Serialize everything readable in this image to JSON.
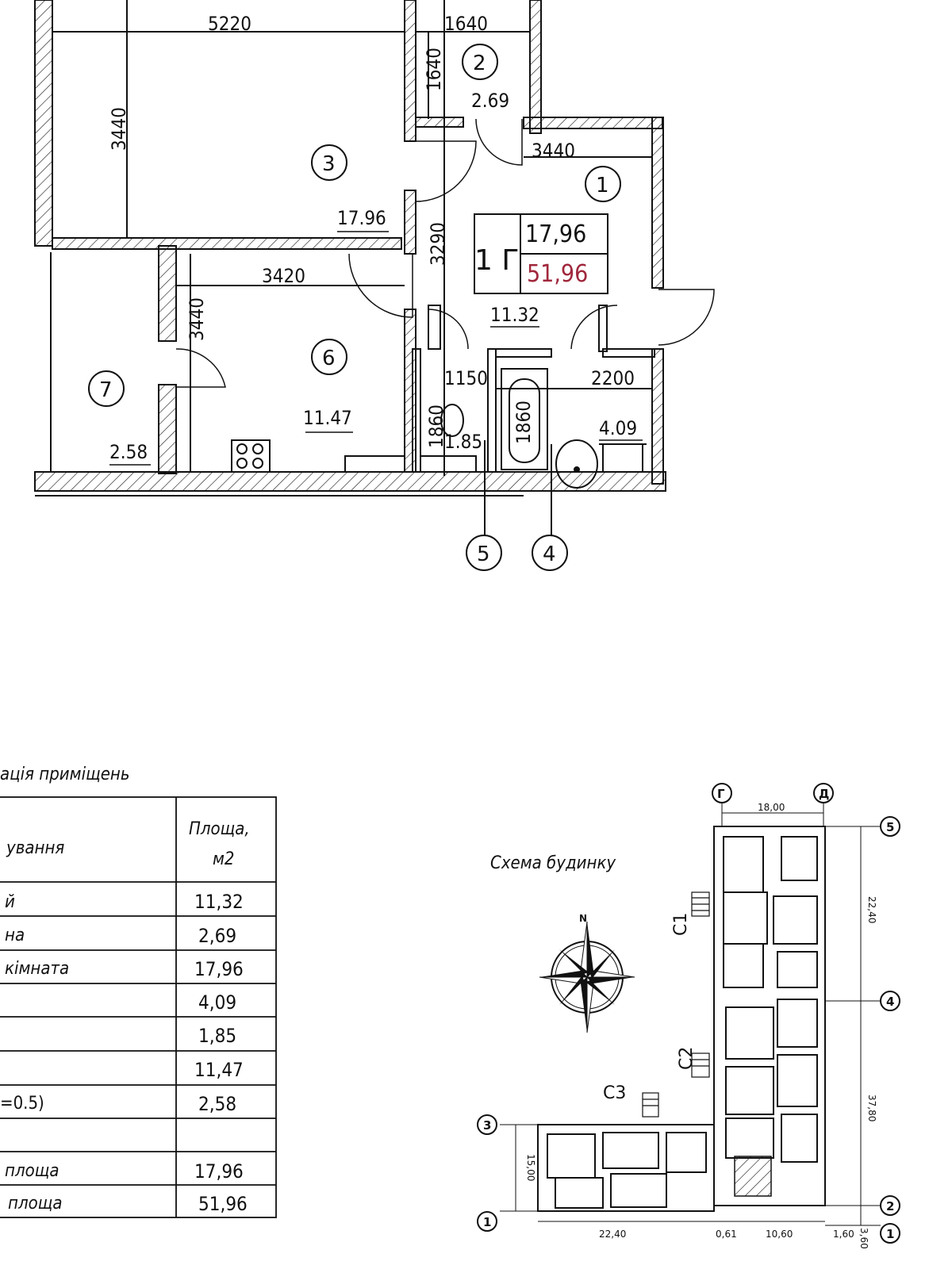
{
  "plan": {
    "apartment_type": "1 Г",
    "living_area": "17,96",
    "total_area": "51,96",
    "total_area_color": "#a0283c",
    "dimensions": {
      "d5220": "5220",
      "d1640a": "1640",
      "d1640b": "1640",
      "d3440a": "3440",
      "d3440b": "3440",
      "d3290": "3290",
      "d3420": "3420",
      "d3440c": "3440",
      "d1150": "1150",
      "d2200": "2200",
      "d1860a": "1860",
      "d1860b": "1860"
    },
    "rooms": [
      {
        "num": "1",
        "area": "11.32"
      },
      {
        "num": "2",
        "area": "2.69"
      },
      {
        "num": "3",
        "area": "17.96"
      },
      {
        "num": "4",
        "area": "4.09"
      },
      {
        "num": "5",
        "area": "1.85"
      },
      {
        "num": "6",
        "area": "11.47"
      },
      {
        "num": "7",
        "area": "2.58"
      }
    ]
  },
  "table": {
    "title": "ація приміщень",
    "header_name": "ування",
    "header_area": "Площа, м2",
    "rows": [
      {
        "name": "й",
        "area": "11,32"
      },
      {
        "name": "на",
        "area": "2,69"
      },
      {
        "name": "кімната",
        "area": "17,96"
      },
      {
        "name": "",
        "area": "4,09"
      },
      {
        "name": "",
        "area": "1,85"
      },
      {
        "name": "",
        "area": "11,47"
      },
      {
        "name": "=0.5)",
        "area": "2,58"
      },
      {
        "name": "",
        "area": ""
      },
      {
        "name": "площа",
        "area": "17,96"
      },
      {
        "name": "площа",
        "area": "51,96"
      }
    ]
  },
  "scheme": {
    "title": "Схема будинку",
    "compass_label": "N",
    "sections": [
      "С1",
      "С2",
      "С3"
    ],
    "axes": [
      "Г",
      "Д",
      "5",
      "4",
      "3",
      "2",
      "1",
      "1"
    ],
    "dims": [
      "18,00",
      "22,40",
      "37,80",
      "15,00",
      "22,40",
      "0,61",
      "10,60",
      "1,60",
      "3,60"
    ]
  }
}
